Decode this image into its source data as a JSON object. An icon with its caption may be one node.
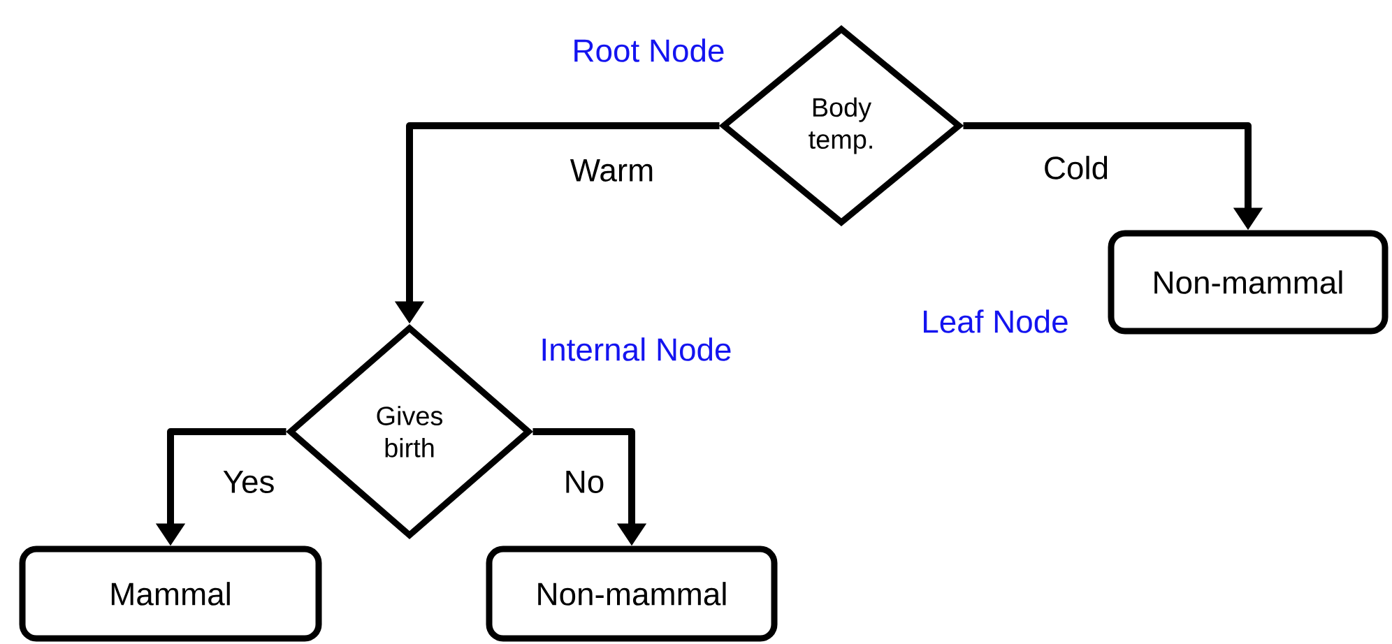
{
  "diagram": {
    "nodes": [
      {
        "text": [
          "Body temp."
        ]
      },
      {
        "text": [
          "Non-mammal"
        ]
      },
      {
        "text": [
          "Gives birth"
        ]
      },
      {
        "text": [
          "Mammal"
        ]
      },
      {
        "text": [
          "Non-mammal"
        ]
      }
    ],
    "edges": [
      {
        "from": 0,
        "to": 2,
        "arrow": "to",
        "label": "Warm"
      },
      {
        "from": 0,
        "to": 1,
        "arrow": "to",
        "label": "Cold"
      },
      {
        "from": 2,
        "to": 3,
        "arrow": "to",
        "label": "Yes"
      },
      {
        "from": 2,
        "to": 4,
        "arrow": "to",
        "label": "No"
      }
    ],
    "labels": [
      "Root Node",
      "Leaf Node",
      "Internal Node"
    ]
  }
}
